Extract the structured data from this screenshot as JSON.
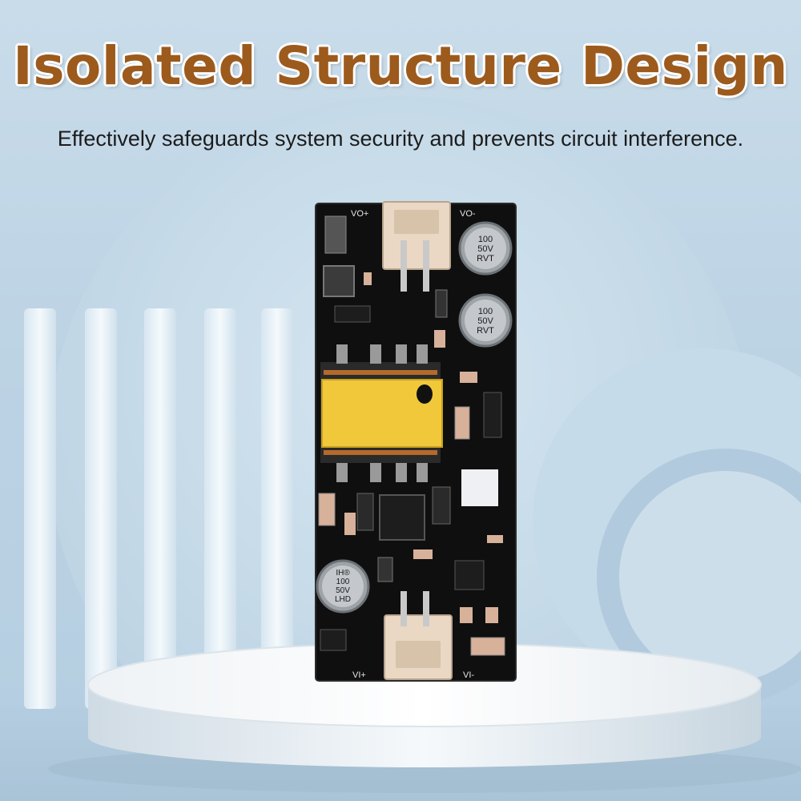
{
  "headline": "Isolated Structure Design",
  "subline": "Effectively safeguards system security and prevents circuit interference.",
  "board": {
    "label_vo_plus": "VO+",
    "label_vo_minus": "VO-",
    "label_vi_plus": "VI+",
    "label_vi_minus": "VI-",
    "cap_top": [
      "100",
      "50V",
      "RVT"
    ],
    "cap_middle": [
      "100",
      "50V",
      "RVT"
    ],
    "cap_bottom": [
      "IH®",
      "100",
      "50V",
      "LHD"
    ]
  },
  "colors": {
    "headline": "#9c5a1c",
    "pcb": "#101010",
    "transformer": "#f0c83a",
    "connector": "#ead8c4"
  }
}
